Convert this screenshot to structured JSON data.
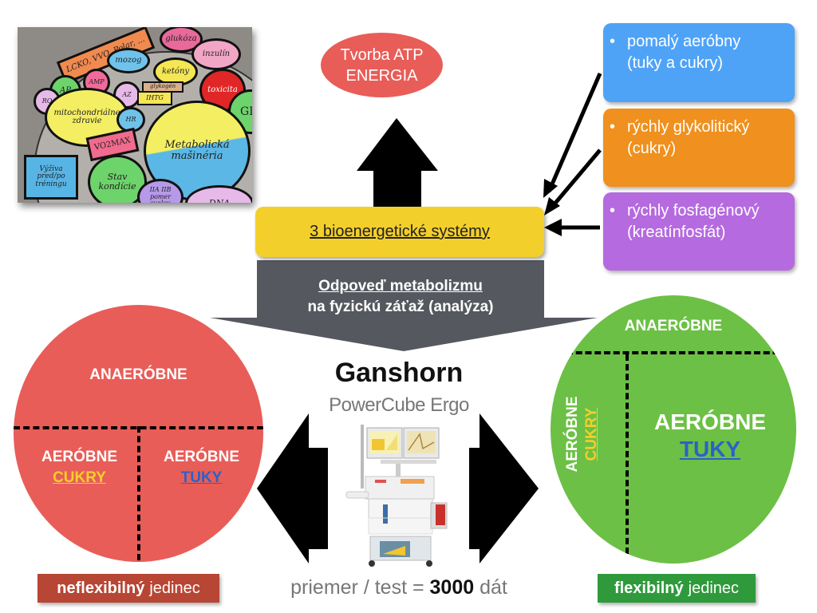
{
  "collage": {
    "description": "hand-drawn metabolic machinery collage",
    "labels": [
      "LCKO, VVO, Polar, ...",
      "glukóza",
      "inzulín",
      "mozog",
      "ketóny",
      "glykogén",
      "toxicita",
      "AP",
      "AMP",
      "RQ",
      "AZ",
      "IHTG",
      "GIT",
      "mitochondriálne zdravie",
      "HR",
      "Metabolická mašinéria",
      "VO2MAX",
      "Výživa pred/po tréningu",
      "Stav kondície",
      "IIA IIB pomer svalov",
      "DNA"
    ]
  },
  "top": {
    "ellipse_line1": "Tvorba ATP",
    "ellipse_line2": "ENERGIA"
  },
  "systems": {
    "label": "3 bioenergetické systémy"
  },
  "side_boxes": [
    {
      "bullet": "•",
      "line1": "pomalý aeróbny",
      "line2": "(tuky a cukry)",
      "color": "#4fa3f7"
    },
    {
      "bullet": "•",
      "line1": "rýchly glykolitický",
      "line2": "(cukry)",
      "color": "#f0901e"
    },
    {
      "bullet": "•",
      "line1": "rýchly fosfagénový",
      "line2": "(kreatínfosfát)",
      "color": "#b56ae0"
    }
  ],
  "response": {
    "line1": "Odpoveď metabolizmu",
    "line2": "na fyzickú záťaž (analýza)"
  },
  "device": {
    "brand": "Ganshorn",
    "model": "PowerCube Ergo",
    "average_prefix": "priemer / test =",
    "average_value": "3000",
    "average_suffix": "dát"
  },
  "left_circle": {
    "color": "#e85d58",
    "top": "ANAERÓBNE",
    "left_title": "AERÓBNE",
    "left_sub": "CUKRY",
    "right_title": "AERÓBNE",
    "right_sub": "TUKY"
  },
  "right_circle": {
    "color": "#6cc045",
    "top": "ANAERÓBNE",
    "left_title": "AERÓBNE",
    "left_sub": "CUKRY",
    "main_title": "AERÓBNE",
    "main_sub": "TUKY"
  },
  "tags": {
    "left_bold": "neflexibilný",
    "left_rest": "jedinec",
    "left_color": "#b84634",
    "right_bold": "flexibilný",
    "right_rest": "jedinec",
    "right_color": "#2f9a3c"
  },
  "colors": {
    "sugar": "#f3cf2c",
    "fat": "#2a62c8",
    "arrow_gray": "#55585e"
  }
}
